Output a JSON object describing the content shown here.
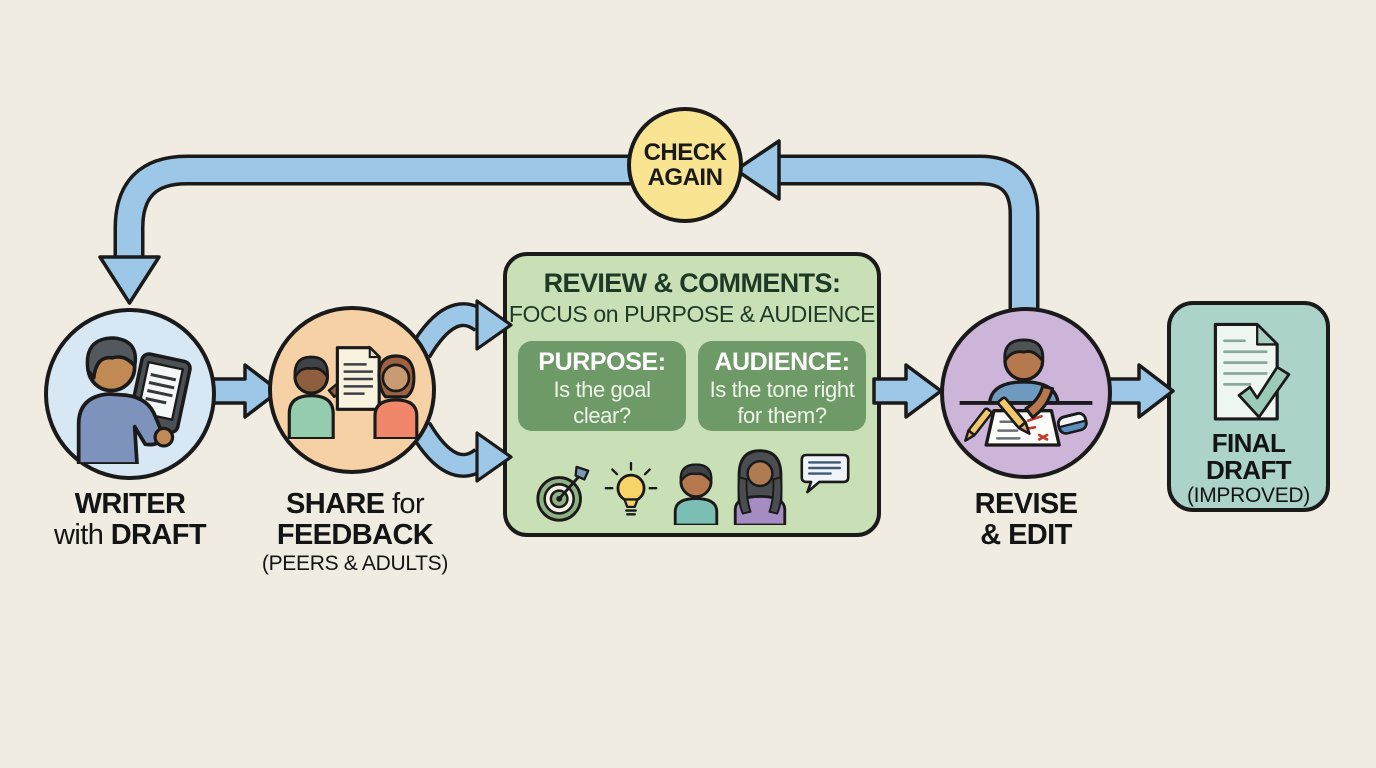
{
  "diagram": {
    "title": "Writing feedback loop diagram",
    "colors": {
      "background": "#f0ece2",
      "arrow_fill": "#9cc7e6",
      "outline": "#1a1a1a",
      "writer_circle": "#d7e8f4",
      "share_circle": "#f6d1a6",
      "check_circle": "#f8e491",
      "review_box": "#c9e0b6",
      "review_panel": "#6d9a66",
      "review_text": "#1e3a27",
      "revise_circle": "#cdb4d9",
      "final_box": "#abd3ca"
    },
    "check_again": {
      "line1": "CHECK",
      "line2": "AGAIN"
    },
    "writer": {
      "icon": "writer-with-tablet-icon",
      "label_bold1": "WRITER",
      "label_regular": "with ",
      "label_bold2": "DRAFT"
    },
    "share": {
      "icon": "peers-sharing-document-icon",
      "label_bold1": "SHARE",
      "label_regular1": " for",
      "label_bold2": "FEEDBACK",
      "label_line3": "(PEERS & ADULTS)"
    },
    "review": {
      "title": "REVIEW & COMMENTS:",
      "subtitle": "FOCUS on PURPOSE & AUDIENCE",
      "purpose": {
        "title": "PURPOSE:",
        "line1": "Is the goal",
        "line2": "clear?"
      },
      "audience": {
        "title": "AUDIENCE:",
        "line1": "Is the tone right",
        "line2": "for them?"
      },
      "icons": [
        "target-icon",
        "lightbulb-icon",
        "child-icon",
        "adult-icon",
        "speech-bubble-icon"
      ]
    },
    "revise": {
      "icon": "person-editing-icon",
      "label_line1": "REVISE",
      "label_line2": "& EDIT"
    },
    "final": {
      "icon": "document-check-icon",
      "label_line1": "FINAL DRAFT",
      "label_line2": "(IMPROVED)"
    }
  }
}
